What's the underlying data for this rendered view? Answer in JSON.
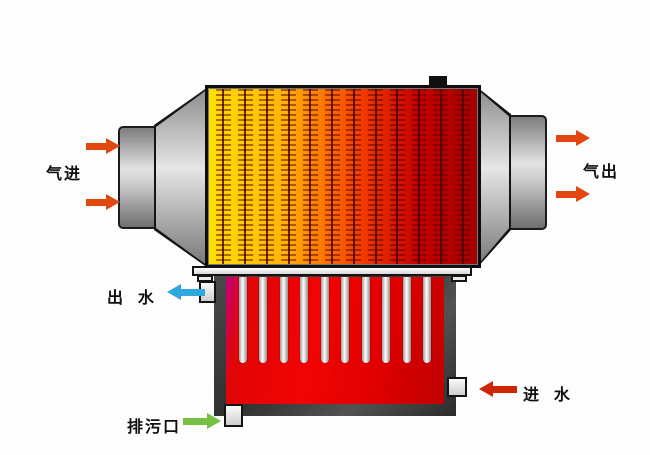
{
  "diagram": {
    "type": "gas-water-heat-exchanger-schematic",
    "labels": {
      "gas_in": "气进",
      "gas_out": "气出",
      "water_out": "出  水",
      "water_in": "进  水",
      "drain": "排污口"
    },
    "colors": {
      "gas_arrow": "#e2470f",
      "water_out_arrow": "#2fa8e0",
      "water_in_arrow": "#cf2506",
      "drain_arrow": "#77c043",
      "hot_gradient_left": "#ffdf00",
      "hot_gradient_mid": "#ff7800",
      "hot_gradient_right": "#c40000",
      "liquid_red": "#e60000",
      "tank_wall": "#3f3f3f"
    },
    "structure": {
      "finned_tube_count": 12,
      "water_tube_count": 10
    }
  }
}
